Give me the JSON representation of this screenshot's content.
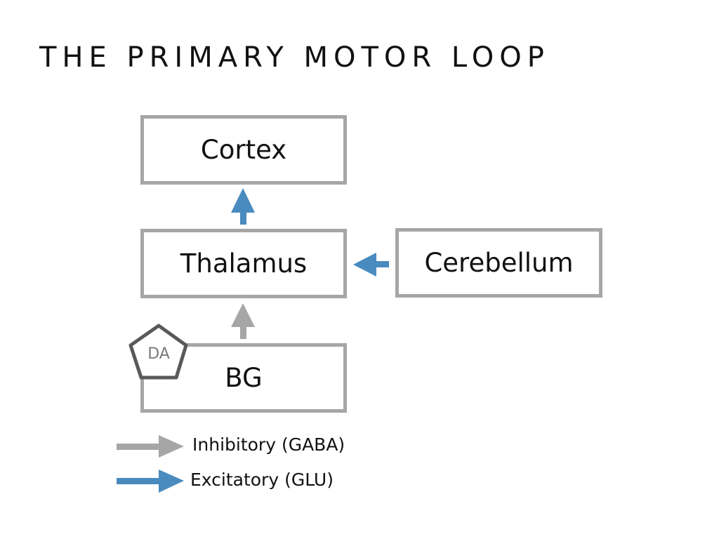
{
  "title": "THE PRIMARY MOTOR LOOP",
  "nodes": {
    "cortex": "Cortex",
    "thalamus": "Thalamus",
    "cerebellum": "Cerebellum",
    "bg": "BG"
  },
  "modulator": {
    "label": "DA",
    "shape": "pentagon"
  },
  "edges": [
    {
      "from": "bg",
      "to": "thalamus",
      "type": "inhibitory"
    },
    {
      "from": "thalamus",
      "to": "cortex",
      "type": "excitatory"
    },
    {
      "from": "cerebellum",
      "to": "thalamus",
      "type": "excitatory"
    }
  ],
  "legend": {
    "inhibitory": "Inhibitory (GABA)",
    "excitatory": "Excitatory (GLU)"
  },
  "colors": {
    "inhibitory": "#a6a6a6",
    "excitatory": "#4a8bbf",
    "box_border": "#a6a6a6",
    "modulator_border": "#595959"
  }
}
